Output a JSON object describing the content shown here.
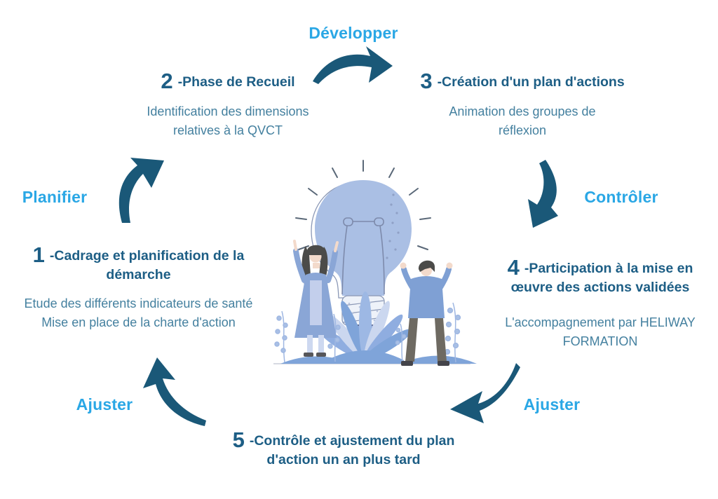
{
  "palette": {
    "accent_cyan": "#2aa7e5",
    "heading_blue": "#1d5e85",
    "body_teal": "#44809f",
    "arrow_teal": "#1a5878",
    "illustration_periwinkle": "#aabfe4",
    "illustration_mid_blue": "#7fa4d9"
  },
  "labels": {
    "top": "Développer",
    "left": "Planifier",
    "right": "Contrôler",
    "bottom_left": "Ajuster",
    "bottom_right": "Ajuster"
  },
  "steps": [
    {
      "num": "1",
      "title": "-Cadrage et planification de la\ndémarche",
      "desc": "Etude des différents indicateurs de santé\nMise en place de la charte d'action"
    },
    {
      "num": "2",
      "title": "-Phase de Recueil",
      "desc": "Identification des dimensions\nrelatives à la QVCT"
    },
    {
      "num": "3",
      "title": "-Création d'un plan d'actions",
      "desc": "Animation des groupes de\nréflexion"
    },
    {
      "num": "4",
      "title": "-Participation à la mise en\nœuvre des actions validées",
      "desc": "L'accompagnement par HELIWAY\nFORMATION"
    },
    {
      "num": "5",
      "title": "-Contrôle et ajustement du plan\nd'action un an plus tard",
      "desc": ""
    }
  ],
  "icons": {
    "center": "lightbulb-with-people-illustration",
    "arrows": "curved-swoosh-arrow"
  }
}
